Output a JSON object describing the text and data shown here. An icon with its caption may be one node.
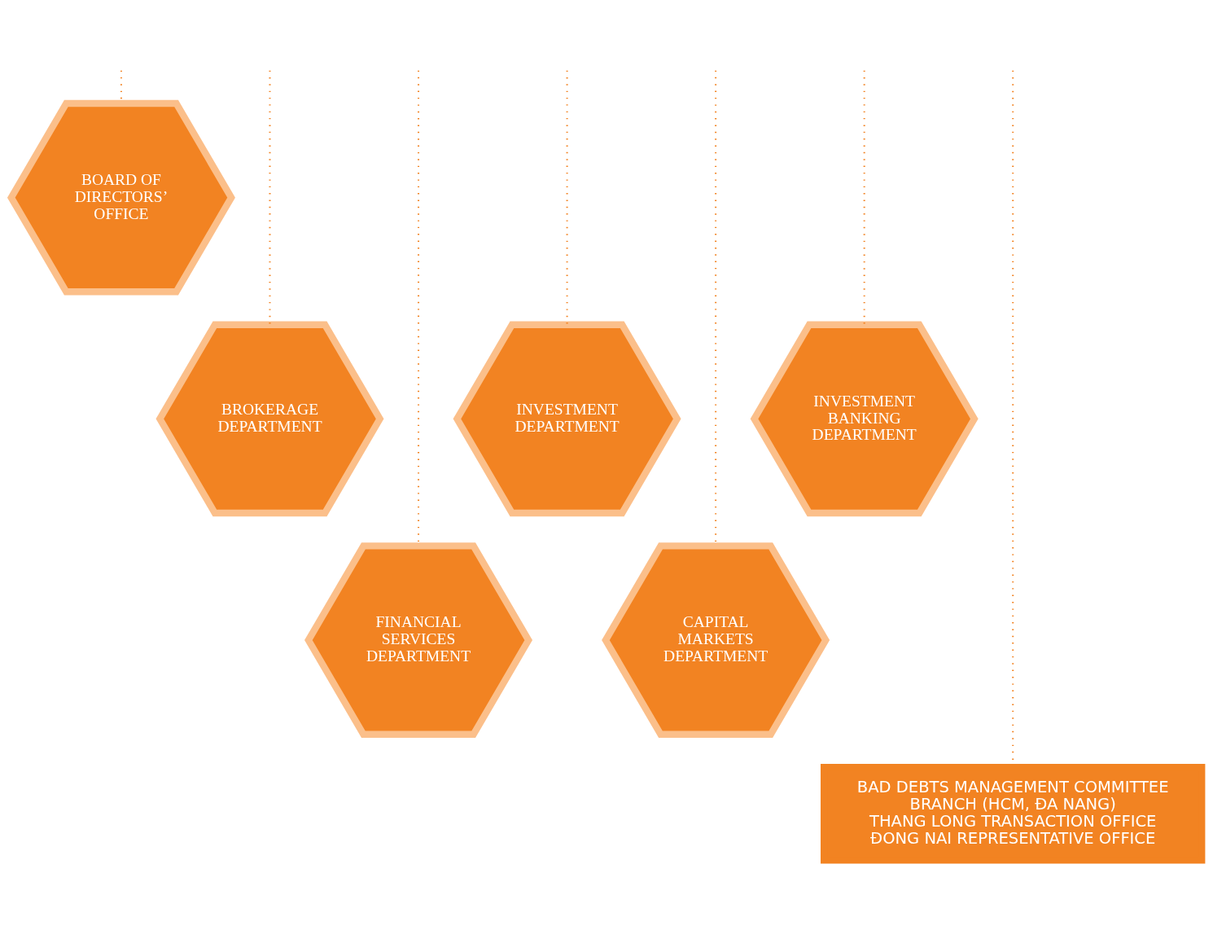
{
  "diagram": {
    "nodes": [
      {
        "text": [
          "BOARD OF DIRECTORS’ OFFICE"
        ]
      },
      {
        "text": [
          "BROKERAGE DEPARTMENT"
        ]
      },
      {
        "text": [
          "FINANCIAL SERVICES DEPARTMENT"
        ]
      },
      {
        "text": [
          "INVESTMENT DEPARTMENT"
        ]
      },
      {
        "text": [
          "CAPITAL MARKETS DEPARTMENT"
        ]
      },
      {
        "text": [
          "INVESTMENT BANKING DEPARTMENT"
        ]
      },
      {
        "text": [
          "BAD DEBTS MANAGEMENT COMMITTEE",
          "BRANCH (HCM, ĐA NANG)",
          "THANG LONG TRANSACTION OFFICE",
          "ĐONG NAI REPRESENTATIVE OFFICE"
        ]
      }
    ],
    "edges": [
      {
        "from": null,
        "to": 0,
        "arrow": "none",
        "style": "dashed"
      },
      {
        "from": null,
        "to": 1,
        "arrow": "none",
        "style": "dashed"
      },
      {
        "from": null,
        "to": 2,
        "arrow": "none",
        "style": "dashed"
      },
      {
        "from": null,
        "to": 3,
        "arrow": "none",
        "style": "dashed"
      },
      {
        "from": null,
        "to": 4,
        "arrow": "none",
        "style": "dashed"
      },
      {
        "from": null,
        "to": 5,
        "arrow": "none",
        "style": "dashed"
      },
      {
        "from": null,
        "to": 6,
        "arrow": "none",
        "style": "dashed"
      }
    ]
  }
}
